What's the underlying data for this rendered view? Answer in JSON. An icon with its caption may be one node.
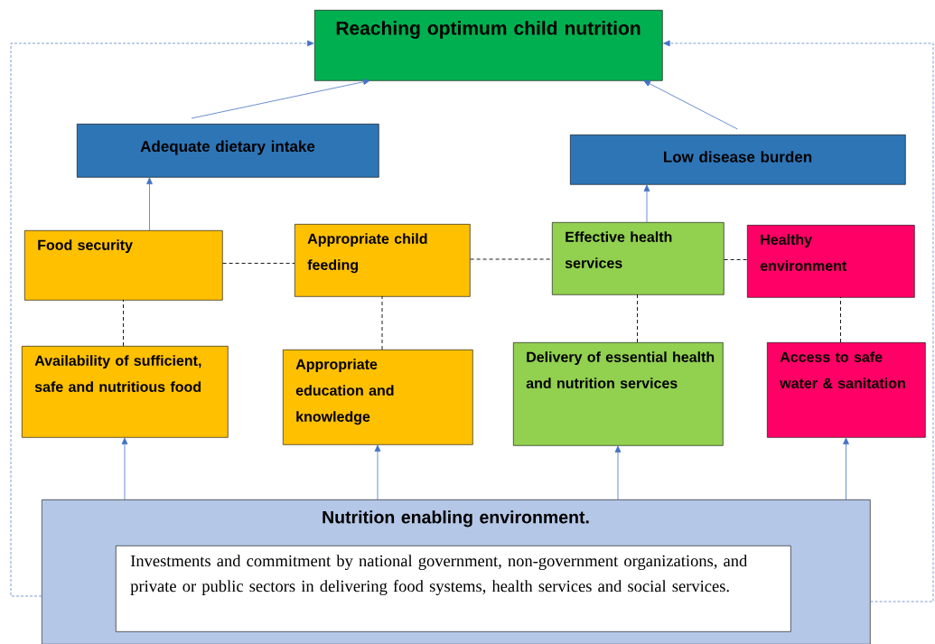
{
  "diagram": {
    "nodes": [
      {
        "text": [
          "Reaching optimum child nutrition"
        ]
      },
      {
        "text": [
          "Adequate dietary intake"
        ]
      },
      {
        "text": [
          "Low disease burden"
        ]
      },
      {
        "text": [
          "Food security"
        ]
      },
      {
        "text": [
          "Appropriate child feeding"
        ]
      },
      {
        "text": [
          "Effective health services"
        ]
      },
      {
        "text": [
          "Healthy environment"
        ]
      },
      {
        "text": [
          "Availability of sufficient, safe and nutritious food"
        ]
      },
      {
        "text": [
          "Appropriate education and knowledge"
        ]
      },
      {
        "text": [
          "Delivery of essential health and nutrition services"
        ]
      },
      {
        "text": [
          "Access to safe water & sanitation"
        ]
      },
      {
        "text": [
          "Nutrition enabling environment."
        ]
      },
      {
        "text": [
          "Investments and commitment by national government, non-government organizations, and private or public sectors in delivering food systems, health services and social services."
        ],
        "in": 11
      }
    ],
    "edges": [
      {
        "from": 1,
        "to": 0,
        "arrow": "to"
      },
      {
        "from": 2,
        "to": 0,
        "arrow": "to"
      },
      {
        "from": 3,
        "to": 1,
        "arrow": "to"
      },
      {
        "from": 5,
        "to": 2,
        "arrow": "to"
      },
      {
        "from": 3,
        "to": 4,
        "arrow": "none",
        "style": "dashed",
        "color": "#000000"
      },
      {
        "from": 4,
        "to": 5,
        "arrow": "none",
        "style": "dashed",
        "color": "#000000"
      },
      {
        "from": 5,
        "to": 6,
        "arrow": "none",
        "style": "dashed",
        "color": "#000000"
      },
      {
        "from": 7,
        "to": 3,
        "arrow": "none",
        "style": "dashed",
        "color": "#000000"
      },
      {
        "from": 8,
        "to": 4,
        "arrow": "none",
        "style": "dashed",
        "color": "#000000"
      },
      {
        "from": 9,
        "to": 5,
        "arrow": "none",
        "style": "dashed",
        "color": "#000000"
      },
      {
        "from": 10,
        "to": 6,
        "arrow": "none",
        "style": "dashed",
        "color": "#000000"
      },
      {
        "from": 11,
        "to": 7,
        "arrow": "to"
      },
      {
        "from": 11,
        "to": 8,
        "arrow": "to"
      },
      {
        "from": 11,
        "to": 9,
        "arrow": "to"
      },
      {
        "from": 11,
        "to": 10,
        "arrow": "to"
      },
      {
        "from": 11,
        "to": 0,
        "arrow": "to",
        "style": "dashed"
      },
      {
        "from": 11,
        "to": 0,
        "arrow": "to",
        "style": "dashed"
      }
    ]
  }
}
